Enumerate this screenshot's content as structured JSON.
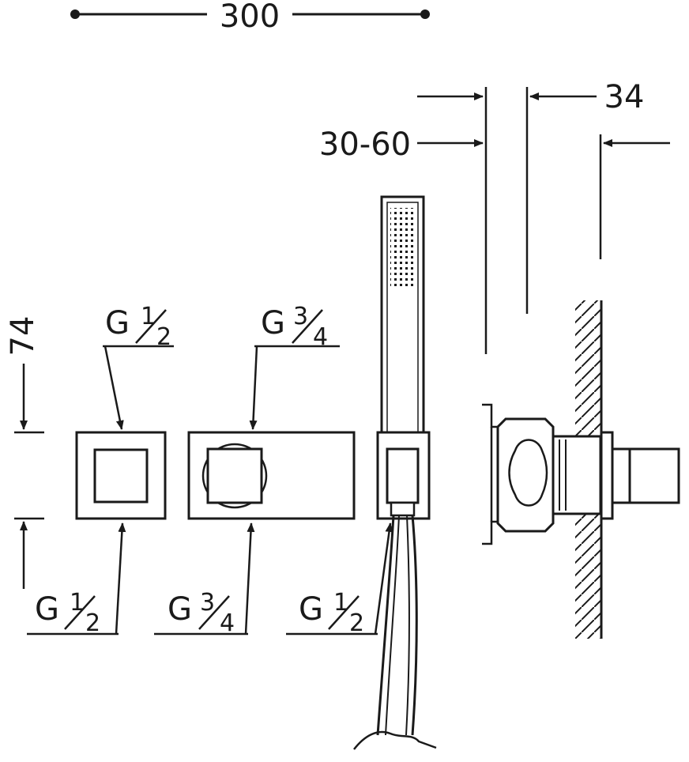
{
  "dimensions": {
    "overall_width": "300",
    "height": "74",
    "wall_range": "30-60",
    "depth": "34"
  },
  "connections": {
    "top_left": {
      "g": "G",
      "num": "1",
      "den": "2"
    },
    "top_right": {
      "g": "G",
      "num": "3",
      "den": "4"
    },
    "bottom_left": {
      "g": "G",
      "num": "1",
      "den": "2"
    },
    "bottom_mid": {
      "g": "G",
      "num": "3",
      "den": "4"
    },
    "bottom_right": {
      "g": "G",
      "num": "1",
      "den": "2"
    }
  }
}
